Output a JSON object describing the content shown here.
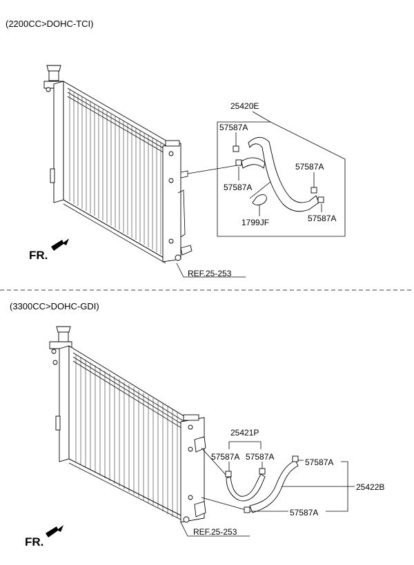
{
  "sections": [
    {
      "engine_label": "(2200CC>DOHC-TCI)",
      "fr_label": "FR.",
      "ref_label": "REF.25-253",
      "assembly_label": "25420E",
      "parts": [
        "57587A",
        "57587A",
        "57587A",
        "57587A",
        "1799JF"
      ]
    },
    {
      "engine_label": "(3300CC>DOHC-GDI)",
      "fr_label": "FR.",
      "ref_label": "REF.25-253",
      "assembly_label": "25421P",
      "hose_label": "25422B",
      "parts": [
        "57587A",
        "57587A",
        "57587A",
        "57587A"
      ]
    }
  ]
}
